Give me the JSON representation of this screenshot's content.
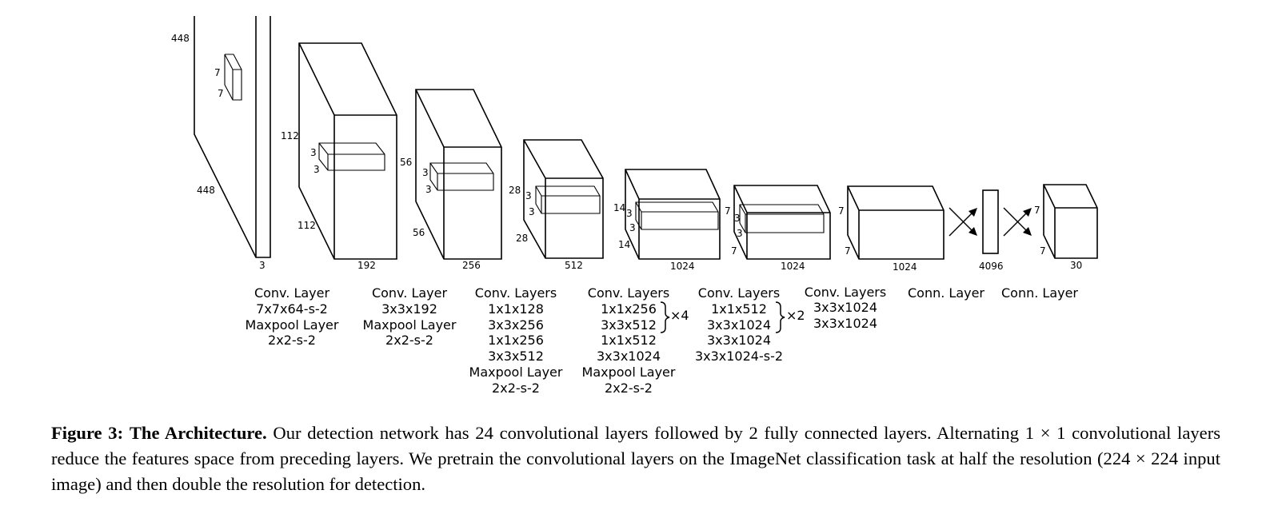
{
  "diagram": {
    "dims": {
      "input_h": "448",
      "input_w": "448",
      "input_c": "3",
      "input_k1": "7",
      "input_k2": "7",
      "b1_h": "112",
      "b1_w": "112",
      "b1_c": "192",
      "b1_k1": "3",
      "b1_k2": "3",
      "b2_h": "56",
      "b2_w": "56",
      "b2_c": "256",
      "b2_k1": "3",
      "b2_k2": "3",
      "b3_h": "28",
      "b3_w": "28",
      "b3_c": "512",
      "b3_k1": "3",
      "b3_k2": "3",
      "b4_h": "14",
      "b4_w": "14",
      "b4_c": "1024",
      "b4_k1": "3",
      "b4_k2": "3",
      "b5_h": "7",
      "b5_w": "7",
      "b5_c": "1024",
      "b5_k1": "3",
      "b5_k2": "3",
      "b6_h": "7",
      "b6_w": "7",
      "b6_c": "1024",
      "fc1": "4096",
      "out_h": "7",
      "out_w": "7",
      "out_c": "30"
    },
    "labels": {
      "l1": [
        "Conv. Layer",
        "7x7x64-s-2",
        "Maxpool Layer",
        "2x2-s-2"
      ],
      "l2": [
        "Conv. Layer",
        "3x3x192",
        "Maxpool Layer",
        "2x2-s-2"
      ],
      "l3": [
        "Conv. Layers",
        "1x1x128",
        "3x3x256",
        "1x1x256",
        "3x3x512",
        "Maxpool Layer",
        "2x2-s-2"
      ],
      "l4": [
        "Conv. Layers",
        "1x1x256",
        "3x3x512",
        "1x1x512",
        "3x3x1024",
        "Maxpool Layer",
        "2x2-s-2"
      ],
      "l4_rep": "×4",
      "l5": [
        "Conv. Layers",
        "1x1x512",
        "3x3x1024",
        "3x3x1024",
        "3x3x1024-s-2"
      ],
      "l5_rep": "×2",
      "l6": [
        "Conv. Layers",
        "3x3x1024",
        "3x3x1024"
      ],
      "l7": [
        "Conn. Layer"
      ],
      "l8": [
        "Conn. Layer"
      ]
    }
  },
  "caption": {
    "figure_label": "Figure 3:",
    "title": "The Architecture.",
    "text": "Our detection network has 24 convolutional layers followed by 2 fully connected layers. Alternating 1 × 1 convolutional layers reduce the features space from preceding layers. We pretrain the convolutional layers on the ImageNet classification task at half the resolution (224 × 224 input image) and then double the resolution for detection."
  }
}
